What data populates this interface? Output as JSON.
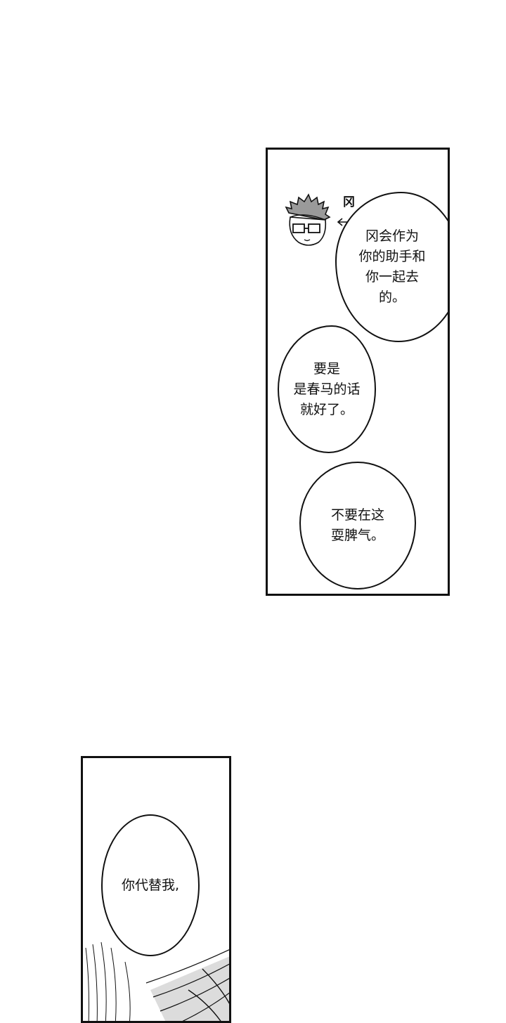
{
  "panels": {
    "top": {
      "sfx": "冈",
      "bubbles": [
        "冈会作为\n你的助手和\n你一起去\n的。",
        "要是\n是春马的话\n就好了。",
        "不要在这\n耍脾气。"
      ]
    },
    "bottom": {
      "bubble": "你代替我,"
    }
  },
  "icons": {
    "character": "glasses-character-chibi-icon",
    "pointer": "arrow-pointer-icon",
    "hair": "hair-linework-icon"
  },
  "colors": {
    "ink": "#111111",
    "paper": "#ffffff",
    "tone": "#9a9a9a"
  }
}
